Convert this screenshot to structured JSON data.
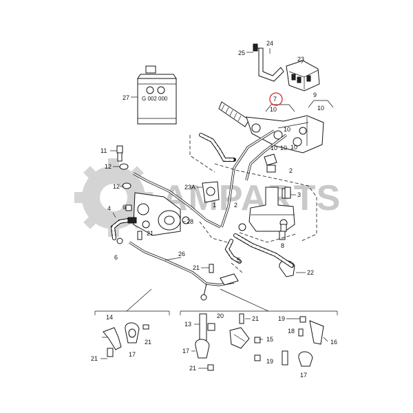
{
  "watermark": {
    "text": "AMPARTS",
    "color": "#c9c9c9"
  },
  "can": {
    "code": "G 002 000"
  },
  "highlight_color": "#d9262a",
  "callouts": {
    "c27": "27",
    "c25": "25",
    "c24": "24",
    "c23": "23",
    "c7": "7",
    "c9": "9",
    "c10a": "10",
    "c10b": "10",
    "c10c": "10",
    "c10d": "10",
    "c10e": "10",
    "c10f": "10",
    "c11": "11",
    "c12a": "12",
    "c12b": "12",
    "c23a": "23A",
    "c1": "1",
    "c2a": "2",
    "c2b": "2",
    "c3": "3",
    "c4": "4",
    "c5": "5",
    "c6a": "6",
    "c6b": "6",
    "c8": "8",
    "c21a": "21",
    "c28": "28",
    "c26": "26",
    "c21b": "21",
    "c22": "22",
    "c14": "14",
    "c21c": "21",
    "c17a": "17",
    "c21d": "21",
    "c13": "13",
    "c20": "20",
    "c21e": "21",
    "c15": "15",
    "c17b": "17",
    "c19a": "19",
    "c21f": "21",
    "c19b": "19",
    "c18": "18",
    "c16": "16",
    "c17c": "17"
  }
}
